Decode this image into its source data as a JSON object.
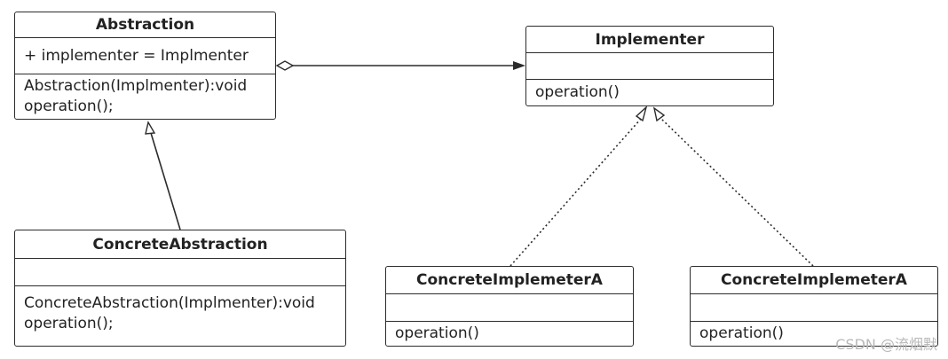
{
  "classes": {
    "abstraction": {
      "name": "Abstraction",
      "attributes": [
        "+ implementer = Implmenter"
      ],
      "operations": [
        "Abstraction(Implmenter):void",
        "operation();"
      ]
    },
    "implementer": {
      "name": "Implementer",
      "attributes": [],
      "operations": [
        "operation()"
      ]
    },
    "concrete_abstraction": {
      "name": "ConcreteAbstraction",
      "attributes": [],
      "operations": [
        "ConcreteAbstraction(Implmenter):void",
        "operation();"
      ]
    },
    "concrete_implementer_a1": {
      "name": "ConcreteImplemeterA",
      "attributes": [],
      "operations": [
        "operation()"
      ]
    },
    "concrete_implementer_a2": {
      "name": "ConcreteImplemeterA",
      "attributes": [],
      "operations": [
        "operation()"
      ]
    }
  },
  "relations": [
    {
      "type": "aggregation",
      "from": "abstraction",
      "to": "implementer"
    },
    {
      "type": "generalization",
      "from": "concrete_abstraction",
      "to": "abstraction"
    },
    {
      "type": "realization",
      "from": "concrete_implementer_a1",
      "to": "implementer"
    },
    {
      "type": "realization",
      "from": "concrete_implementer_a2",
      "to": "implementer"
    }
  ],
  "watermark": "CSDN @流烟默",
  "colors": {
    "line": "#2b2b2b",
    "watermark": "#b8b8b8"
  }
}
